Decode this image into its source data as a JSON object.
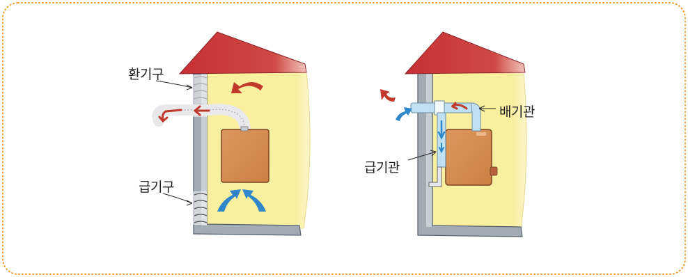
{
  "diagram": {
    "left": {
      "label_vent": "환기구",
      "label_supply": "급기구"
    },
    "right": {
      "label_exhaust_pipe": "배기관",
      "label_intake_pipe": "급기관"
    }
  },
  "colors": {
    "frame_border": "#f29a2e",
    "roof": "#c8363a",
    "wall_interior": "#f8ef9f",
    "wall_gray": "#a3abb5",
    "heater": "#d89056",
    "hot_air_arrow": "#c0392b",
    "cool_air_arrow": "#3b8fd0",
    "pipe_light_blue": "#bfe0f0"
  },
  "icons": [
    "hot-air-arrow-icon",
    "fresh-air-arrow-icon"
  ]
}
